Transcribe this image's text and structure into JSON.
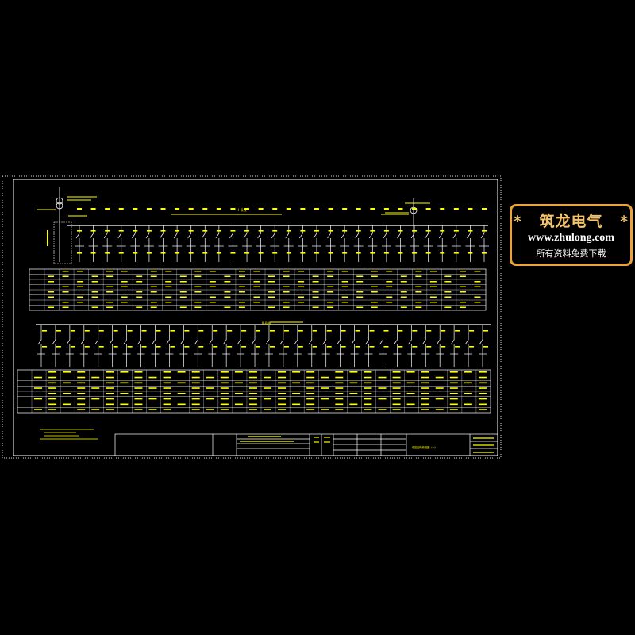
{
  "colors": {
    "background": "#000000",
    "frame": "#ffffff",
    "wiring": "#ffffff",
    "labels": "#ffff00",
    "table_lines": "#ffffff",
    "watermark_border": "#e8a33a",
    "watermark_title": "#f2c36a"
  },
  "upper_board": {
    "feeder_count": 30,
    "label": "Ⅰ 母线"
  },
  "lower_board": {
    "feeder_count": 32,
    "label": "Ⅱ 母线"
  },
  "title_block": {
    "drawing_title": "低压配电系统图（一）"
  },
  "watermark": {
    "title": "筑龙电气",
    "star": "*",
    "url": "www.zhulong.com",
    "free": "所有资料免费下载"
  }
}
